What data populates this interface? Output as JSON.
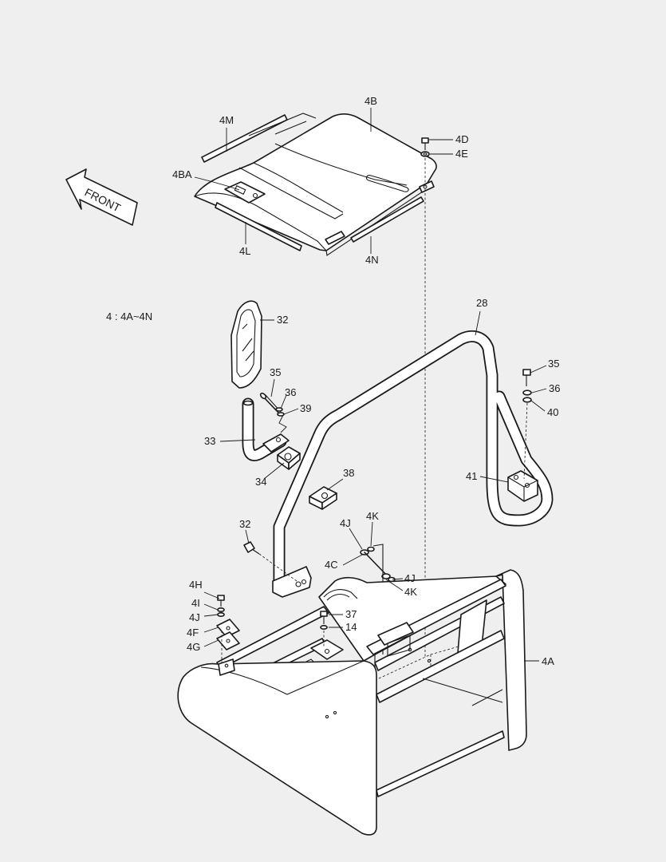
{
  "diagram": {
    "front_arrow_label": "FRONT",
    "legend": "4 : 4A~4N",
    "callouts": [
      {
        "id": "4M",
        "text": "4M"
      },
      {
        "id": "4B",
        "text": "4B"
      },
      {
        "id": "4D",
        "text": "4D"
      },
      {
        "id": "4E",
        "text": "4E"
      },
      {
        "id": "4BA",
        "text": "4BA"
      },
      {
        "id": "4L",
        "text": "4L"
      },
      {
        "id": "4N",
        "text": "4N"
      },
      {
        "id": "28",
        "text": "28"
      },
      {
        "id": "32a",
        "text": "32"
      },
      {
        "id": "35a",
        "text": "35"
      },
      {
        "id": "36a",
        "text": "36"
      },
      {
        "id": "39",
        "text": "39"
      },
      {
        "id": "33",
        "text": "33"
      },
      {
        "id": "34",
        "text": "34"
      },
      {
        "id": "38",
        "text": "38"
      },
      {
        "id": "35b",
        "text": "35"
      },
      {
        "id": "36b",
        "text": "36"
      },
      {
        "id": "40",
        "text": "40"
      },
      {
        "id": "41",
        "text": "41"
      },
      {
        "id": "32b",
        "text": "32"
      },
      {
        "id": "4Ja",
        "text": "4J"
      },
      {
        "id": "4Ka",
        "text": "4K"
      },
      {
        "id": "4C",
        "text": "4C"
      },
      {
        "id": "4Jb",
        "text": "4J"
      },
      {
        "id": "4Kb",
        "text": "4K"
      },
      {
        "id": "4H",
        "text": "4H"
      },
      {
        "id": "4I",
        "text": "4I"
      },
      {
        "id": "4Jc",
        "text": "4J"
      },
      {
        "id": "4F",
        "text": "4F"
      },
      {
        "id": "4G",
        "text": "4G"
      },
      {
        "id": "37",
        "text": "37"
      },
      {
        "id": "14",
        "text": "14"
      },
      {
        "id": "4A",
        "text": "4A"
      }
    ]
  }
}
